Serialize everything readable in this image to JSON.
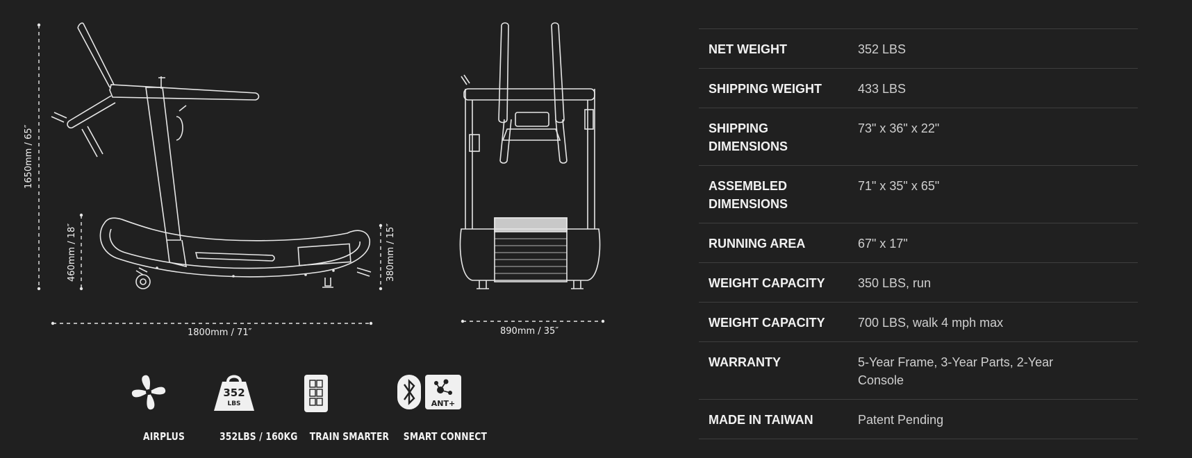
{
  "dimensions": {
    "height": "1650mm / 65″",
    "deck_height": "460mm / 18″",
    "rear_height": "380mm / 15″",
    "length": "1800mm / 71″",
    "width": "890mm / 35″"
  },
  "features": [
    {
      "icon": "fan-icon",
      "label": "AIRPLUS"
    },
    {
      "icon": "kettlebell-weight-icon",
      "label": "352LBS / 160KG",
      "badge_top": "352",
      "badge_bottom": "LBS"
    },
    {
      "icon": "console-icon",
      "label": "TRAIN SMARTER"
    },
    {
      "icon": "bluetooth-ant-icon",
      "label": "SMART CONNECT",
      "badge_text": "ANT+"
    }
  ],
  "specs": [
    {
      "label": "NET WEIGHT",
      "value": "352 LBS"
    },
    {
      "label": "SHIPPING WEIGHT",
      "value": "433 LBS"
    },
    {
      "label": "SHIPPING DIMENSIONS",
      "value": "73\" x 36\" x 22\""
    },
    {
      "label": "ASSEMBLED DIMENSIONS",
      "value": "71\" x 35\" x 65\""
    },
    {
      "label": "RUNNING AREA",
      "value": "67\" x 17\""
    },
    {
      "label": "WEIGHT CAPACITY",
      "value": "350 LBS, run"
    },
    {
      "label": "WEIGHT CAPACITY",
      "value": "700 LBS, walk 4 mph max"
    },
    {
      "label": "WARRANTY",
      "value": "5-Year Frame, 3-Year Parts, 2-Year Console"
    },
    {
      "label": "MADE IN TAIWAN",
      "value": "Patent Pending"
    }
  ],
  "colors": {
    "background": "#202020",
    "line": "#e6e6e6",
    "divider": "#3e3e3e"
  }
}
